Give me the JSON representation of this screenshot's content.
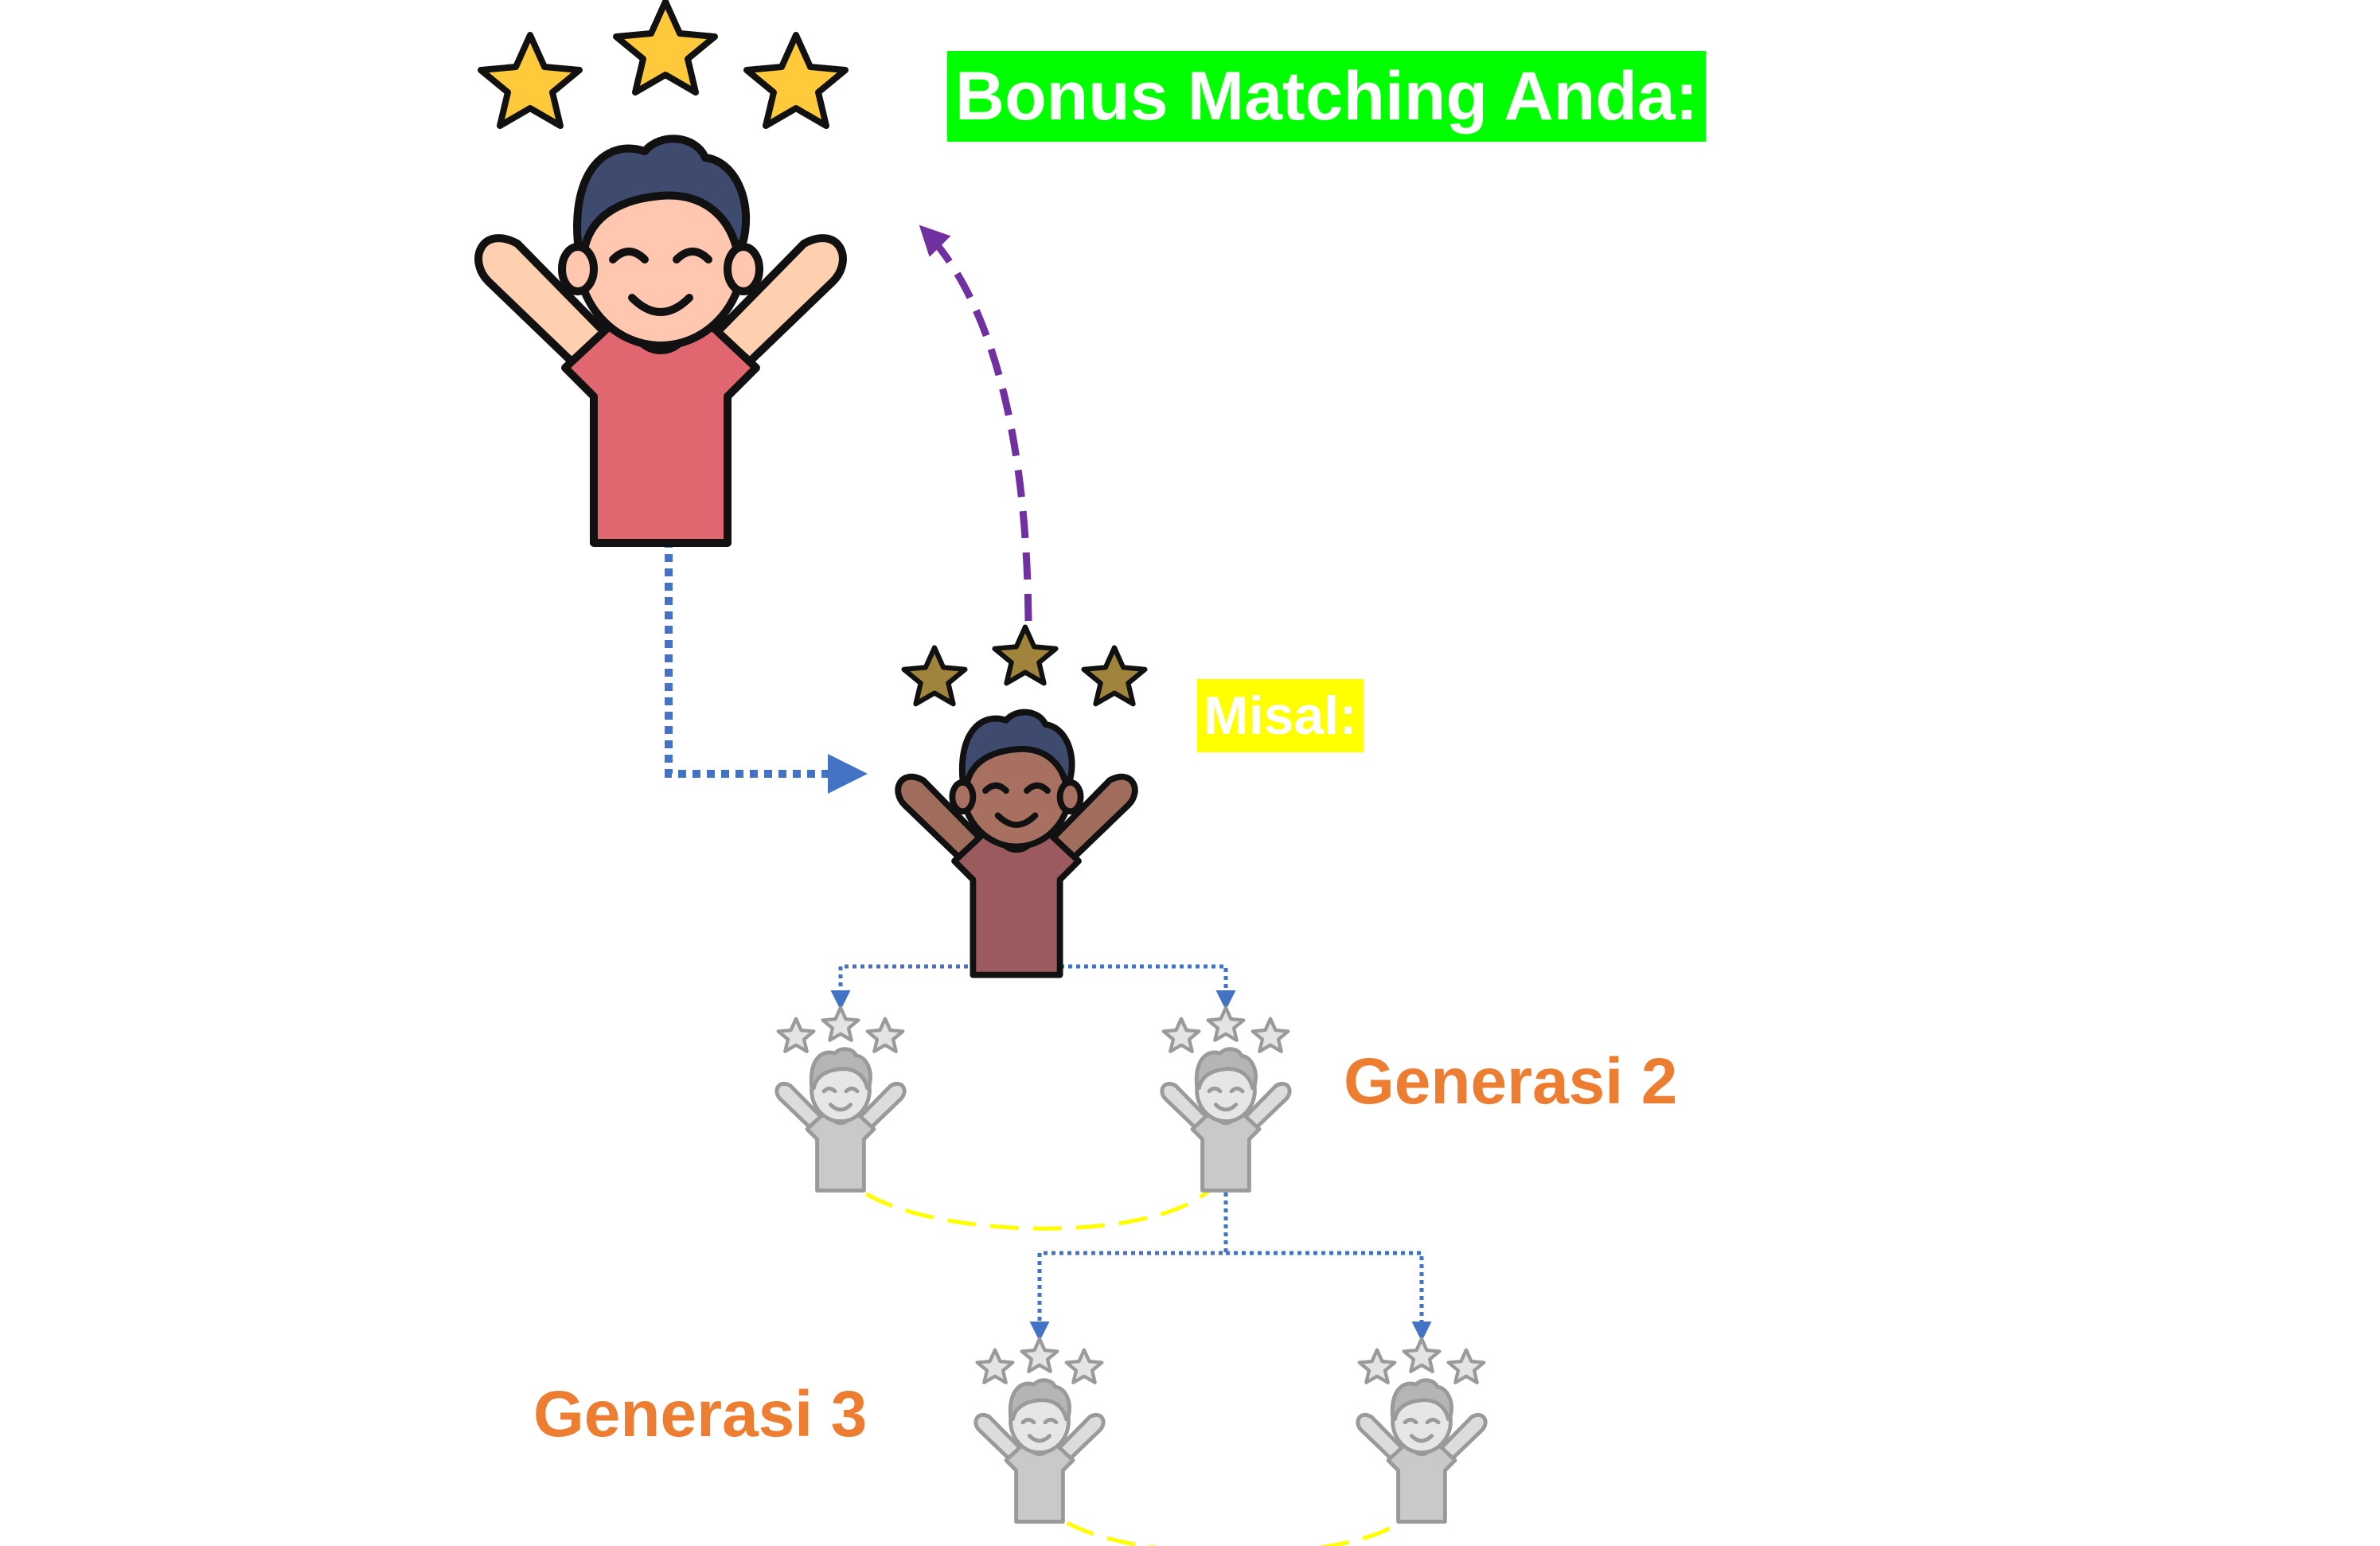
{
  "labels": {
    "bonus": "Bonus Matching Anda:",
    "misal": "Misal:",
    "generasi2": "Generasi 2",
    "generasi3": "Generasi 3"
  },
  "colors": {
    "bonus_bg": "#00ff00",
    "misal_bg": "#ffff00",
    "generation_text": "#ed7d31",
    "connector_blue": "#4472c4",
    "bonus_arrow_purple": "#7030a0",
    "pair_link_yellow": "#ffff00",
    "top_person_shirt": "#e06670",
    "middle_person_shirt": "#9b5a5e",
    "downline_gray": "#c9c9c9",
    "star_gold": "#ffc93c",
    "star_bronze": "#a0843c"
  },
  "icons": {
    "person": "person-cheering-icon",
    "stars": "star-icon"
  }
}
